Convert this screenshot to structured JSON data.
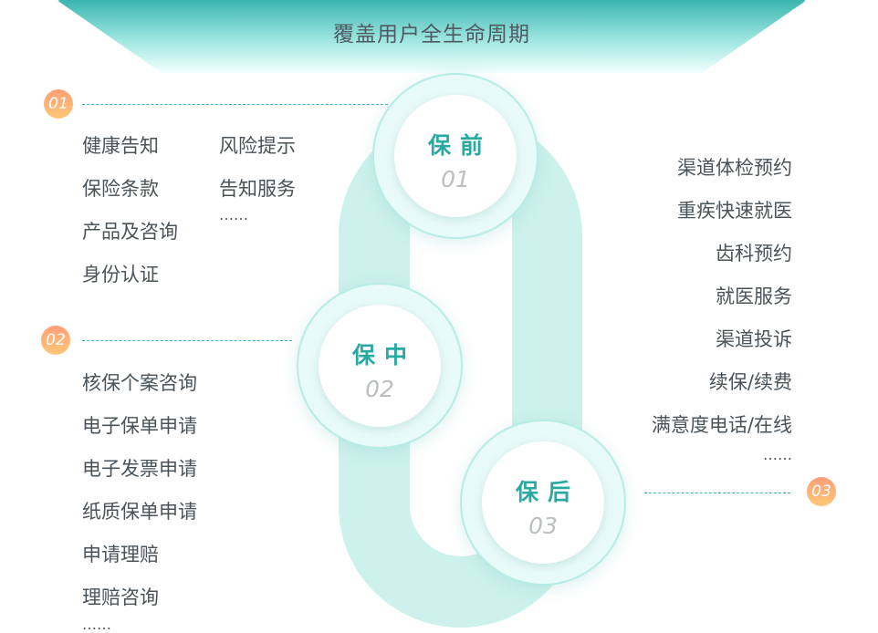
{
  "title": "覆盖用户全生命周期",
  "stages": [
    {
      "name": "保前",
      "num": "01"
    },
    {
      "name": "保中",
      "num": "02"
    },
    {
      "name": "保后",
      "num": "03"
    }
  ],
  "badges": [
    "01",
    "02",
    "03"
  ],
  "group1": {
    "col1": [
      "健康告知",
      "保险条款",
      "产品及咨询",
      "身份认证"
    ],
    "col2": [
      "风险提示",
      "告知服务",
      "……"
    ]
  },
  "group2": [
    "核保个案咨询",
    "电子保单申请",
    "电子发票申请",
    "纸质保单申请",
    "申请理赔",
    "理赔咨询",
    "……"
  ],
  "group3": [
    "渠道体检预约",
    "重疾快速就医",
    "齿科预约",
    "就医服务",
    "渠道投诉",
    "续保/续费",
    "满意度电话/在线",
    "……"
  ],
  "colors": {
    "accent": "#2aa9a3",
    "badge": "#ffb277",
    "track": "#cdf1ed"
  }
}
